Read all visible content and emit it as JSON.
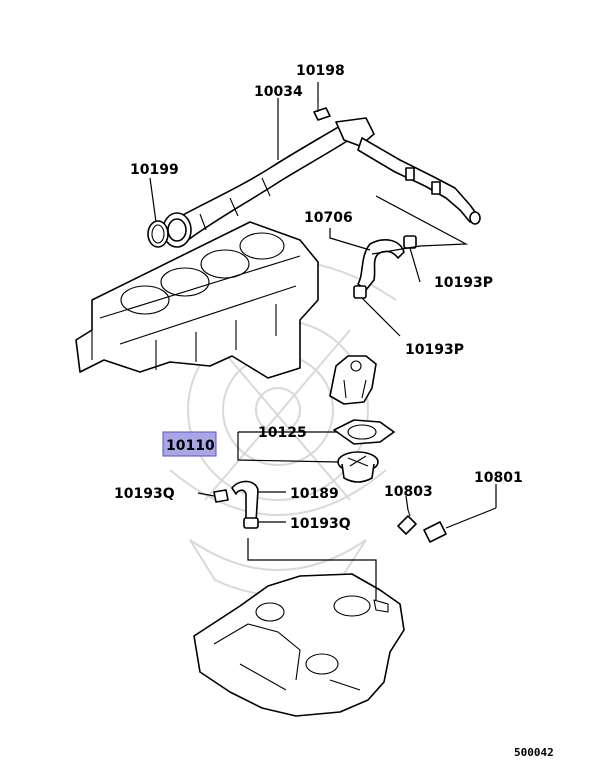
{
  "labels": {
    "p10198": "10198",
    "p10034": "10034",
    "p10199": "10199",
    "p10706": "10706",
    "p10193P_a": "10193P",
    "p10193P_b": "10193P",
    "p10110": "10110",
    "p10125": "10125",
    "p10193Q_a": "10193Q",
    "p10189": "10189",
    "p10193Q_b": "10193Q",
    "p10803": "10803",
    "p10801": "10801"
  },
  "diagram_ref": "500042",
  "colors": {
    "highlight_fill": "#a9a6e6",
    "highlight_stroke": "#5a55b8",
    "line": "#000000",
    "watermark": "#d9d9d9"
  }
}
